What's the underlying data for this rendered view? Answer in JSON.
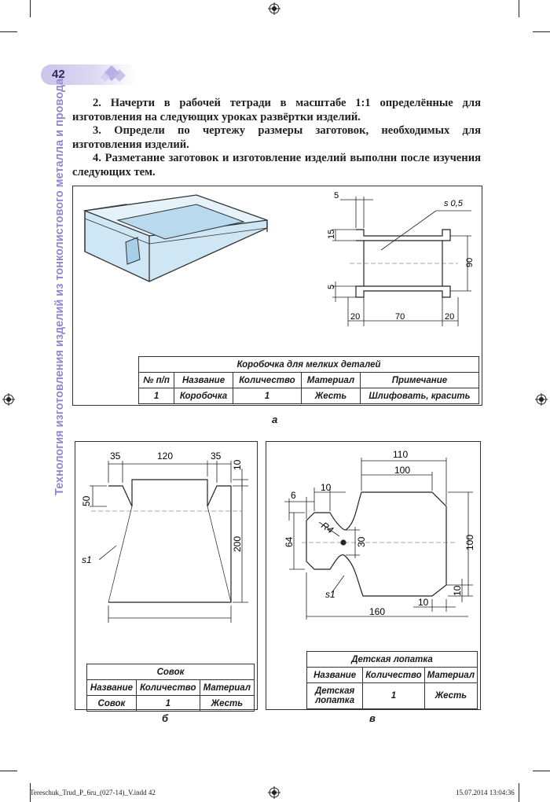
{
  "page_number": "42",
  "side_title": "Технология изготовления изделий из тонколистового металла и провода",
  "paragraphs": [
    "2. Начерти в рабочей тетради в масштабе 1:1 определённые для изготовления на следующих уроках развёртки изделий.",
    "3. Определи по чертежу размеры заготовок, необходимых для изготовления изделий.",
    "4. Разметание заготовок и изготовление изделий выполни после изучения следующих тем."
  ],
  "figure_a": {
    "letter": "а",
    "dims": {
      "d5_top": "5",
      "s": "s 0,5",
      "d15": "15",
      "d90": "90",
      "d5_bottom": "5",
      "d20_left": "20",
      "d70": "70",
      "d20_right": "20"
    },
    "table": {
      "title": "Коробочка для мелких деталей",
      "headers": [
        "№ п/п",
        "Название",
        "Количество",
        "Материал",
        "Примечание"
      ],
      "row": [
        "1",
        "Коробочка",
        "1",
        "Жесть",
        "Шлифовать, красить"
      ]
    }
  },
  "figure_b": {
    "letter": "б",
    "dims": {
      "d35_left": "35",
      "d120": "120",
      "d35_right": "35",
      "d10": "10",
      "d50": "50",
      "d200": "200",
      "s": "s1"
    },
    "table": {
      "title": "Совок",
      "headers": [
        "Название",
        "Количество",
        "Материал"
      ],
      "row": [
        "Совок",
        "1",
        "Жесть"
      ]
    }
  },
  "figure_v": {
    "letter": "в",
    "dims": {
      "d110": "110",
      "d100_top": "100",
      "d6": "6",
      "d10_top": "10",
      "r4": "R4",
      "d64": "64",
      "d30": "30",
      "d100_right": "100",
      "d10_right": "10",
      "s": "s1",
      "d10_bottom": "10",
      "d160": "160"
    },
    "table": {
      "title": "Детская лопатка",
      "headers": [
        "Название",
        "Количество",
        "Материал"
      ],
      "row": [
        "Детская лопатка",
        "1",
        "Жесть"
      ]
    }
  },
  "footer": {
    "left": "Tereschuk_Trud_P_6ru_(027-14)_V.indd 42",
    "right": "15.07.2014   13:04:36"
  },
  "colors": {
    "badge": "#c9c4ea",
    "side_title": "#8f88cc",
    "box_fill": "#cfe6f5"
  }
}
